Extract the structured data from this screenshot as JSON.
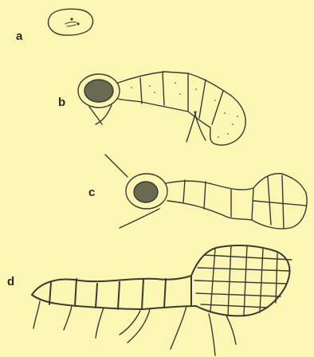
{
  "figure": {
    "labels": [
      "a",
      "b",
      "c",
      "d"
    ],
    "colors": {
      "background": "#fbf6b4",
      "ink": "#3a3a30"
    }
  }
}
